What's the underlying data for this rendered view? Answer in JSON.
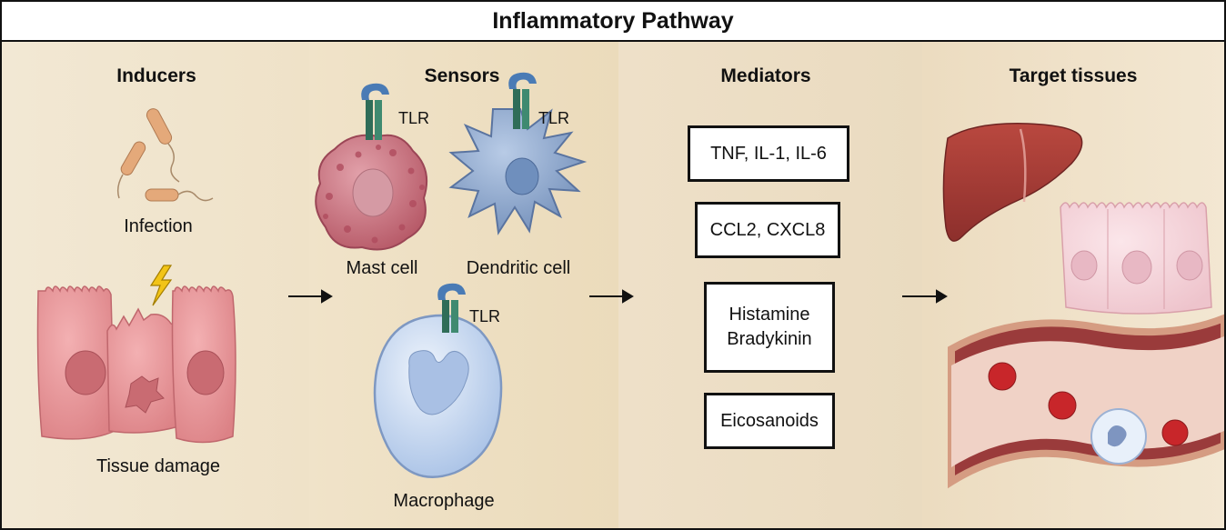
{
  "title": "Inflammatory Pathway",
  "columns": {
    "inducers": {
      "header": "Inducers",
      "infection_label": "Infection",
      "tissue_damage_label": "Tissue damage"
    },
    "sensors": {
      "header": "Sensors",
      "mast_cell_label": "Mast cell",
      "dendritic_cell_label": "Dendritic cell",
      "macrophage_label": "Macrophage",
      "receptor_label": "TLR"
    },
    "mediators": {
      "header": "Mediators",
      "boxes": [
        {
          "line1": "TNF, IL-1, IL-6",
          "line2": ""
        },
        {
          "line1": "CCL2, CXCL8",
          "line2": ""
        },
        {
          "line1": "Histamine",
          "line2": "Bradykinin"
        },
        {
          "line1": "Eicosanoids",
          "line2": ""
        }
      ]
    },
    "targets": {
      "header": "Target tissues"
    }
  },
  "colors": {
    "background": "#efe3cc",
    "epithelium": "#e58f94",
    "mast_cell": "#c96a78",
    "dendritic_cell": "#8fa9cc",
    "macrophage": "#c9dbf2",
    "receptor": "#3b7b66",
    "liver": "#a13a36",
    "vessel": "#b04646",
    "red_blood_cell": "#c8262a"
  }
}
